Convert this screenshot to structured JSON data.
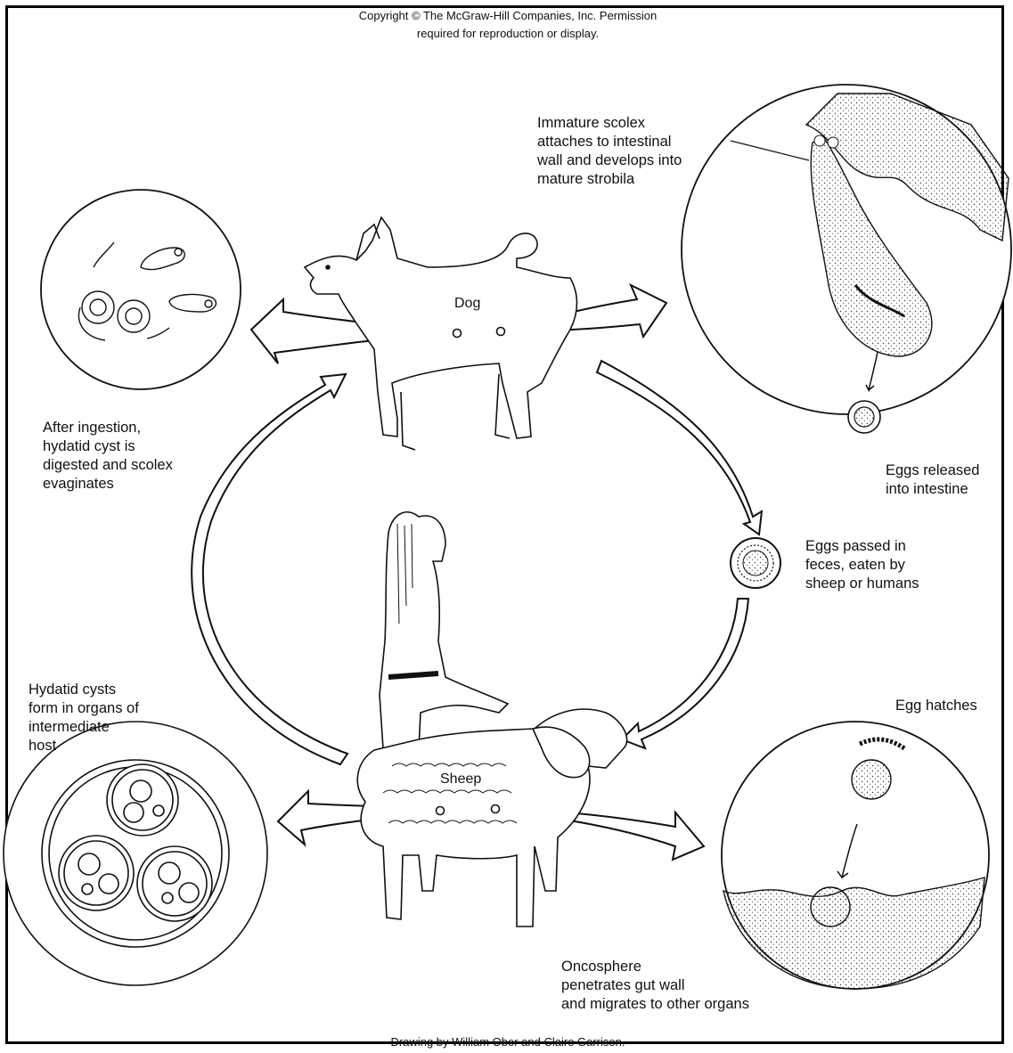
{
  "header": {
    "copyright_line1": "Copyright © The McGraw-Hill Companies, Inc. Permission",
    "copyright_line2": "required for reproduction or display."
  },
  "footer": {
    "credit": "Drawing by William Ober and Claire Garrison."
  },
  "hosts": {
    "dog": "Dog",
    "sheep": "Sheep"
  },
  "stages": {
    "scolex_attaches": "Immature scolex\nattaches to intestinal\nwall and develops into\nmature strobila",
    "eggs_released": "Eggs released\ninto intestine",
    "eggs_passed": "Eggs passed in\nfeces, eaten by\nsheep or humans",
    "egg_hatches": "Egg hatches",
    "oncosphere": "Oncosphere\npenetrates gut wall\nand migrates to other organs",
    "hydatid_cysts": "Hydatid cysts\nform in organs of\nintermediate\nhost",
    "after_ingestion": "After ingestion,\nhydatid cyst is\ndigested and scolex\nevaginates"
  }
}
